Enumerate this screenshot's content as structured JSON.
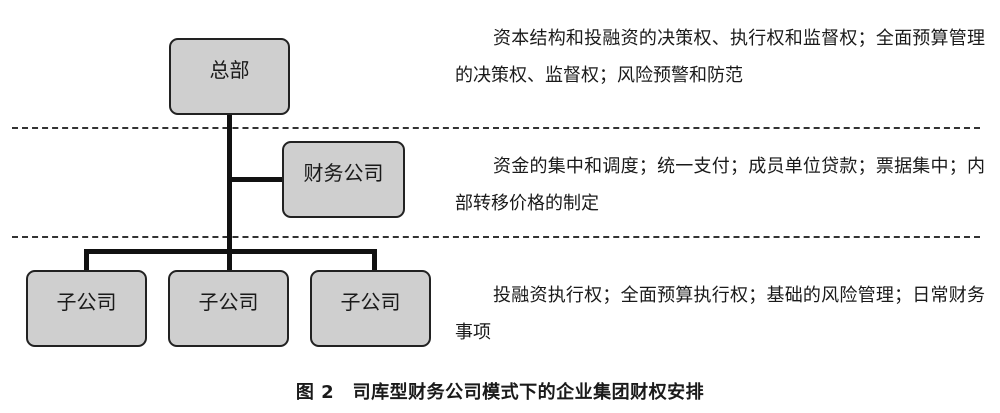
{
  "nodes": {
    "headquarters": "总部",
    "finance_company": "财务公司",
    "subsidiary": "子公司"
  },
  "descriptions": {
    "headquarters": "资本结构和投融资的决策权、执行权和监督权；全面预算管理的决策权、监督权；风险预警和防范",
    "finance_company": "资金的集中和调度；统一支付；成员单位贷款；票据集中；内部转移价格的制定",
    "subsidiary": "投融资执行权；全面预算执行权；基础的风险管理；日常财务事项"
  },
  "caption": "图 2　司库型财务公司模式下的企业集团财权安排"
}
